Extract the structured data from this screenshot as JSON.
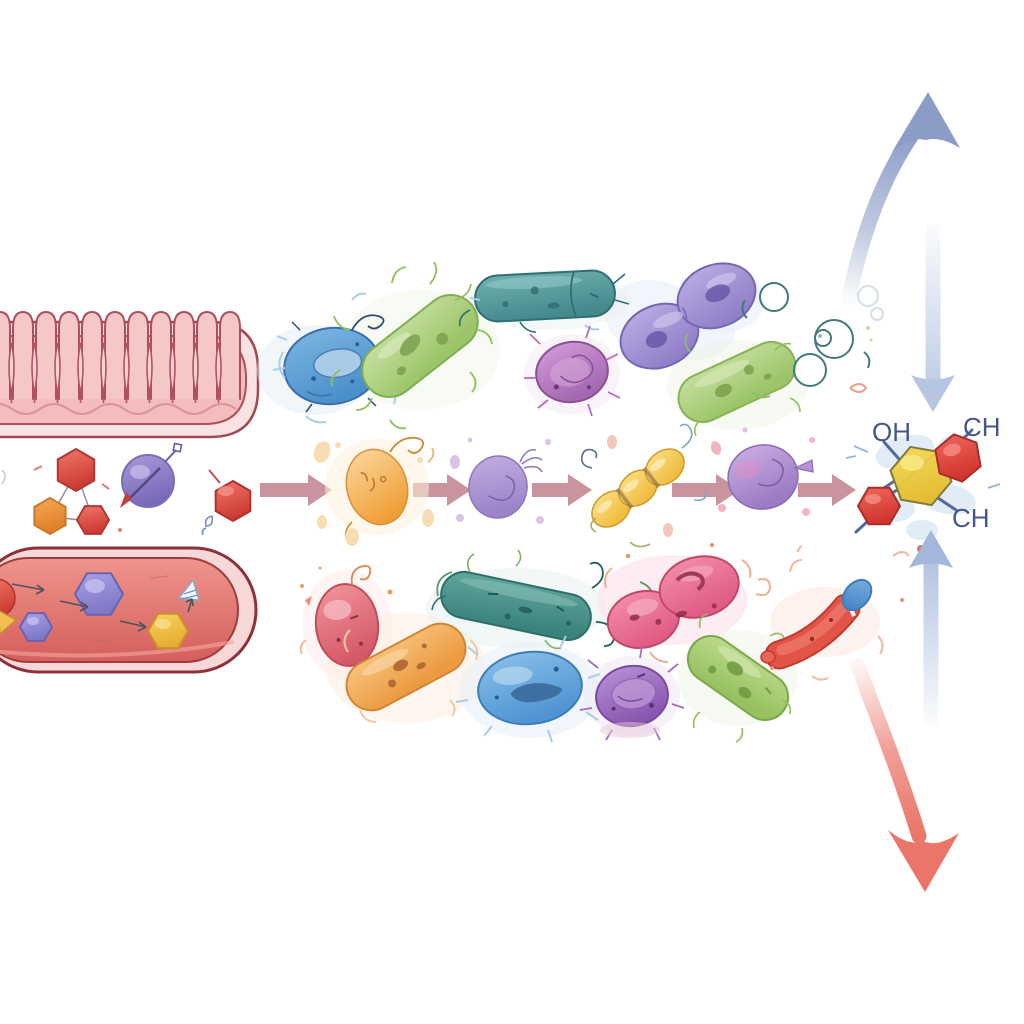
{
  "chem": {
    "oh": "OH",
    "ch_top": "CH",
    "ch_bottom": "CH"
  },
  "colors": {
    "background": "#ffffff",
    "pathway_arrow": "#c9949d",
    "curved_arrow_up_blue": "#8b9cc7",
    "straight_arrow_down_blue": "#b6c6e2",
    "straight_arrow_up_blue": "#a3b7da",
    "curved_arrow_down_red": "#ea7568",
    "chem_label": "#44568e",
    "villi_fill": "#f6c7c7",
    "villi_outline": "#ad4f5c",
    "vessel_rim": "#f7d8d8",
    "vessel_outline": "#8e3038",
    "vessel_lumen": "#d96560",
    "chem_ring_yellow": "#e8c43a",
    "chem_ring_red": "#d84038"
  },
  "anatomy": {
    "villi": "intestinal-villi-epithelium",
    "vessel": "blood-vessel"
  },
  "vessel_molecules": [
    "red-sphere-partial",
    "yellow-fragment",
    "purple-hexagon-small",
    "purple-hexagon-large",
    "yellow-hexagon",
    "blue-white-cone"
  ],
  "lumen_molecules": [
    "red-orange-red-trimer",
    "purple-sphere-with-arrow",
    "red-hexagon"
  ],
  "pathway": {
    "arrow_count": 5,
    "steps": [
      "orange-oval-microbe",
      "purple-blob-microbe",
      "yellow-chain-microbe",
      "purple-blob-microbe-2",
      "yellow-ring-compound"
    ]
  },
  "bacteria_top": [
    {
      "name": "blue-coccus",
      "color": "#5aa0d6"
    },
    {
      "name": "green-rod",
      "color": "#aed382"
    },
    {
      "name": "teal-segmented-rod",
      "color": "#58a0a0"
    },
    {
      "name": "magenta-coccus",
      "color": "#bc82c6"
    },
    {
      "name": "purple-diplobacillus",
      "color": "#a496d6"
    },
    {
      "name": "green-rod-2",
      "color": "#a6cd76"
    },
    {
      "name": "outline-bubbles",
      "color": "#41797c"
    }
  ],
  "bacteria_bottom": [
    {
      "name": "pink-coccus",
      "color": "#e57884"
    },
    {
      "name": "orange-rod",
      "color": "#f1ae60"
    },
    {
      "name": "teal-rod",
      "color": "#4a948c"
    },
    {
      "name": "blue-coccus",
      "color": "#6aaade"
    },
    {
      "name": "pink-diplobacillus",
      "color": "#ec7499"
    },
    {
      "name": "purple-coccus",
      "color": "#a273c4"
    },
    {
      "name": "green-rod",
      "color": "#a8cd74"
    },
    {
      "name": "red-vibrio-blue-cap",
      "color": "#e25448"
    }
  ]
}
